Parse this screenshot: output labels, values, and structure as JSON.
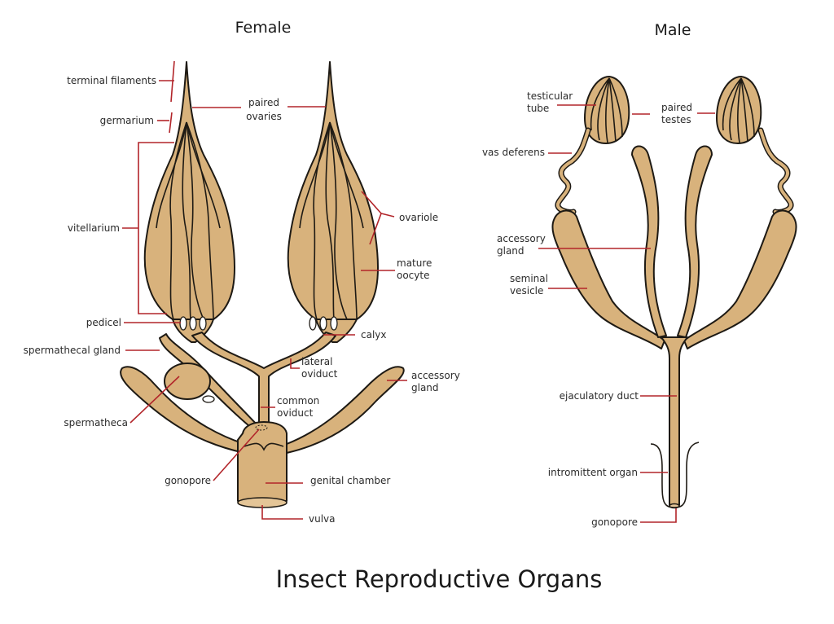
{
  "title": "Insect Reproductive Organs",
  "female": {
    "heading": "Female",
    "labels": {
      "terminal_filaments": "terminal filaments",
      "germarium": "germarium",
      "paired_ovaries_1": "paired",
      "paired_ovaries_2": "ovaries",
      "vitellarium": "vitellarium",
      "ovariole": "ovariole",
      "mature_oocyte_1": "mature",
      "mature_oocyte_2": "oocyte",
      "pedicel": "pedicel",
      "calyx": "calyx",
      "spermathecal_gland": "spermathecal gland",
      "lateral_oviduct_1": "lateral",
      "lateral_oviduct_2": "oviduct",
      "accessory_gland_1": "accessory",
      "accessory_gland_2": "gland",
      "common_oviduct_1": "common",
      "common_oviduct_2": "oviduct",
      "spermatheca": "spermatheca",
      "gonopore": "gonopore",
      "genital_chamber": "genital chamber",
      "vulva": "vulva"
    }
  },
  "male": {
    "heading": "Male",
    "labels": {
      "testicular_tube_1": "testicular",
      "testicular_tube_2": "tube",
      "paired_testes_1": "paired",
      "paired_testes_2": "testes",
      "vas_deferens": "vas deferens",
      "accessory_gland_1": "accessory",
      "accessory_gland_2": "gland",
      "seminal_vesicle_1": "seminal",
      "seminal_vesicle_2": "vesicle",
      "ejaculatory_duct": "ejaculatory duct",
      "intromittent_organ": "intromittent organ",
      "gonopore": "gonopore"
    }
  },
  "colors": {
    "organ_fill": "#d8b27c",
    "outline": "#1e1a14",
    "leader_line": "#b2252a",
    "text": "#2b2b2b"
  }
}
